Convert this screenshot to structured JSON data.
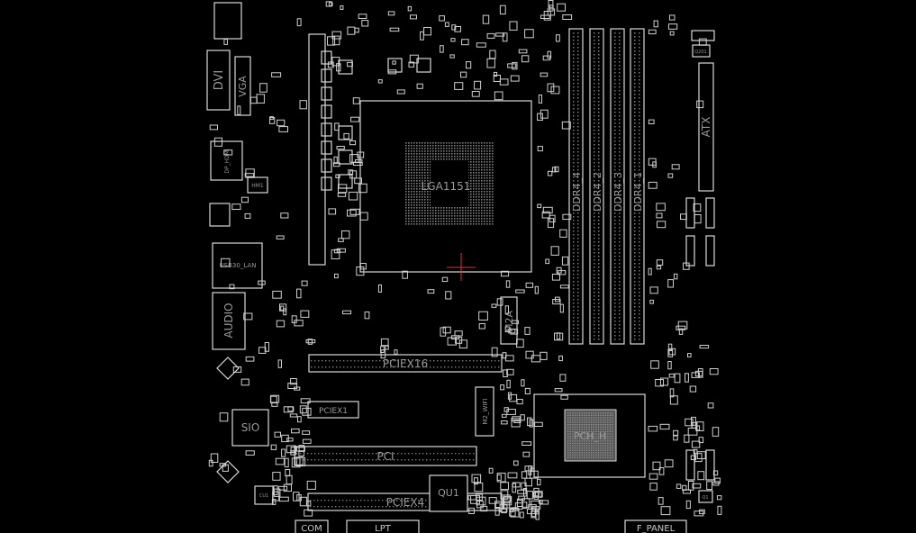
{
  "viewer": {
    "cursor_color": "#e0303a",
    "outline_color": "#d8d8d8",
    "label_color": "#9a9a9a",
    "background": "#000000"
  },
  "components": {
    "cpu_socket": "LGA1151",
    "dvi": "DVI",
    "vga": "VGA",
    "dp_hdmi": "DP_HDMI",
    "hm1": "HM1",
    "usb_lan": "USB30_LAN",
    "audio": "AUDIO",
    "sio": "SIO",
    "cu1": "CU1",
    "atx": "ATX",
    "m2a": "M2A",
    "m2_wifi": "M2_WIFI",
    "pciex16": "PCIEX16",
    "pciex1": "PCIEX1",
    "pci": "PCI",
    "pciex4": "PCIEX4",
    "qu1": "QU1",
    "pch": "PCH_H",
    "com": "COM",
    "lpt": "LPT",
    "f_panel": "F_PANEL",
    "q201": "Q201",
    "q1": "Q1",
    "dimms": [
      "DDR4_4",
      "DDR4_2",
      "DDR4_3",
      "DDR4_1"
    ]
  }
}
